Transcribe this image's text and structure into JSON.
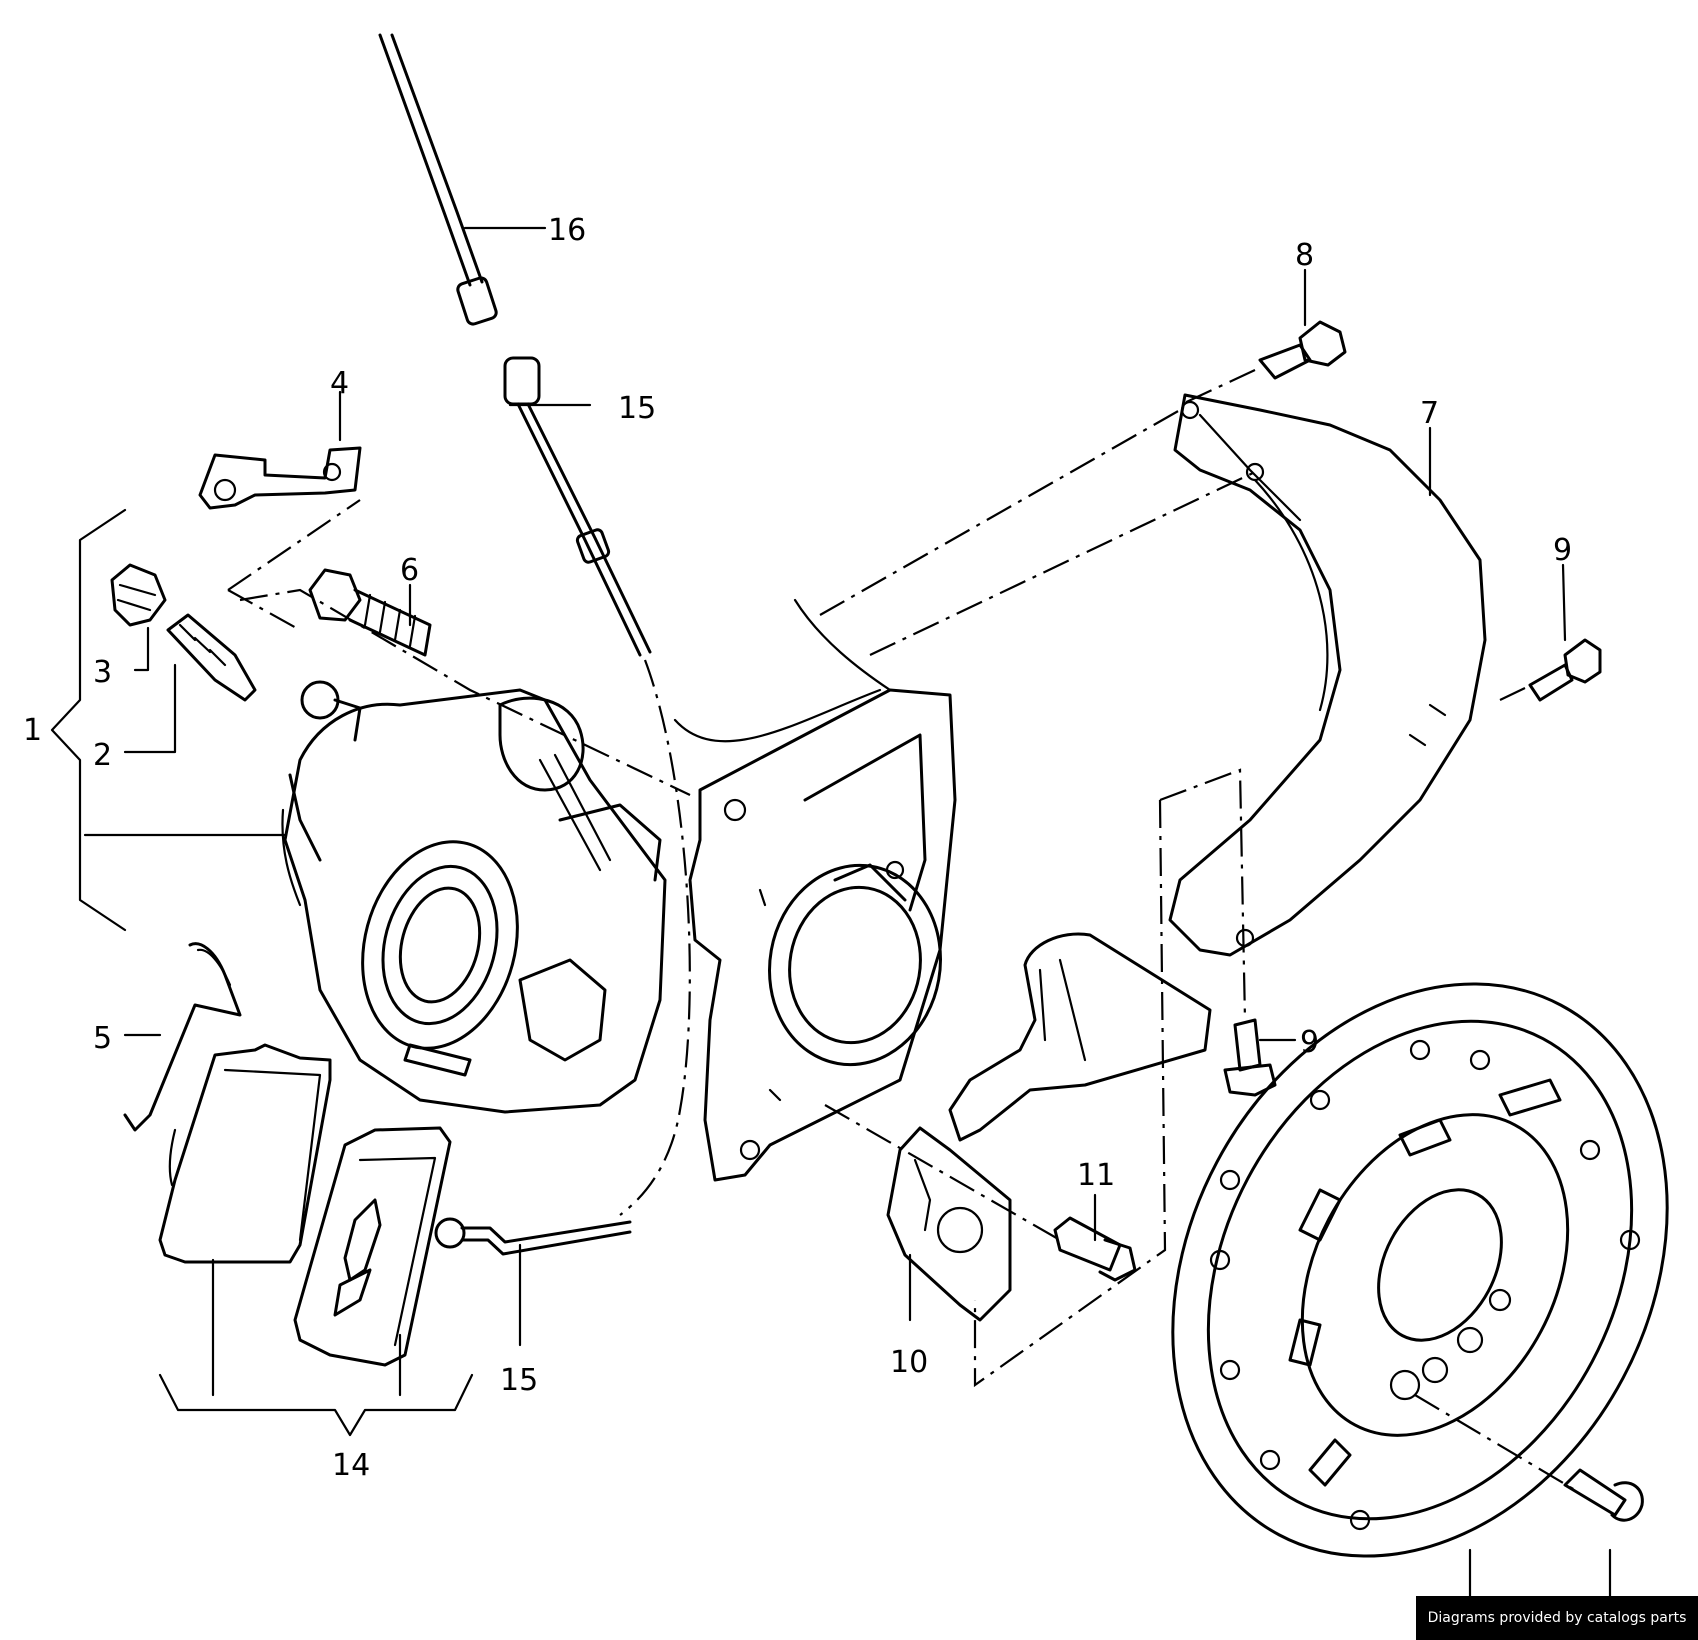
{
  "callouts": [
    {
      "id": "c1",
      "text": "1"
    },
    {
      "id": "c2",
      "text": "2"
    },
    {
      "id": "c3",
      "text": "3"
    },
    {
      "id": "c4",
      "text": "4"
    },
    {
      "id": "c5",
      "text": "5"
    },
    {
      "id": "c6",
      "text": "6"
    },
    {
      "id": "c7",
      "text": "7"
    },
    {
      "id": "c8",
      "text": "8"
    },
    {
      "id": "c9a",
      "text": "9"
    },
    {
      "id": "c9b",
      "text": "9"
    },
    {
      "id": "c10",
      "text": "10"
    },
    {
      "id": "c11",
      "text": "11"
    },
    {
      "id": "c14",
      "text": "14"
    },
    {
      "id": "c15a",
      "text": "15"
    },
    {
      "id": "c15b",
      "text": "15"
    },
    {
      "id": "c16",
      "text": "16"
    }
  ],
  "credit": "Diagrams provided by catalogs parts"
}
